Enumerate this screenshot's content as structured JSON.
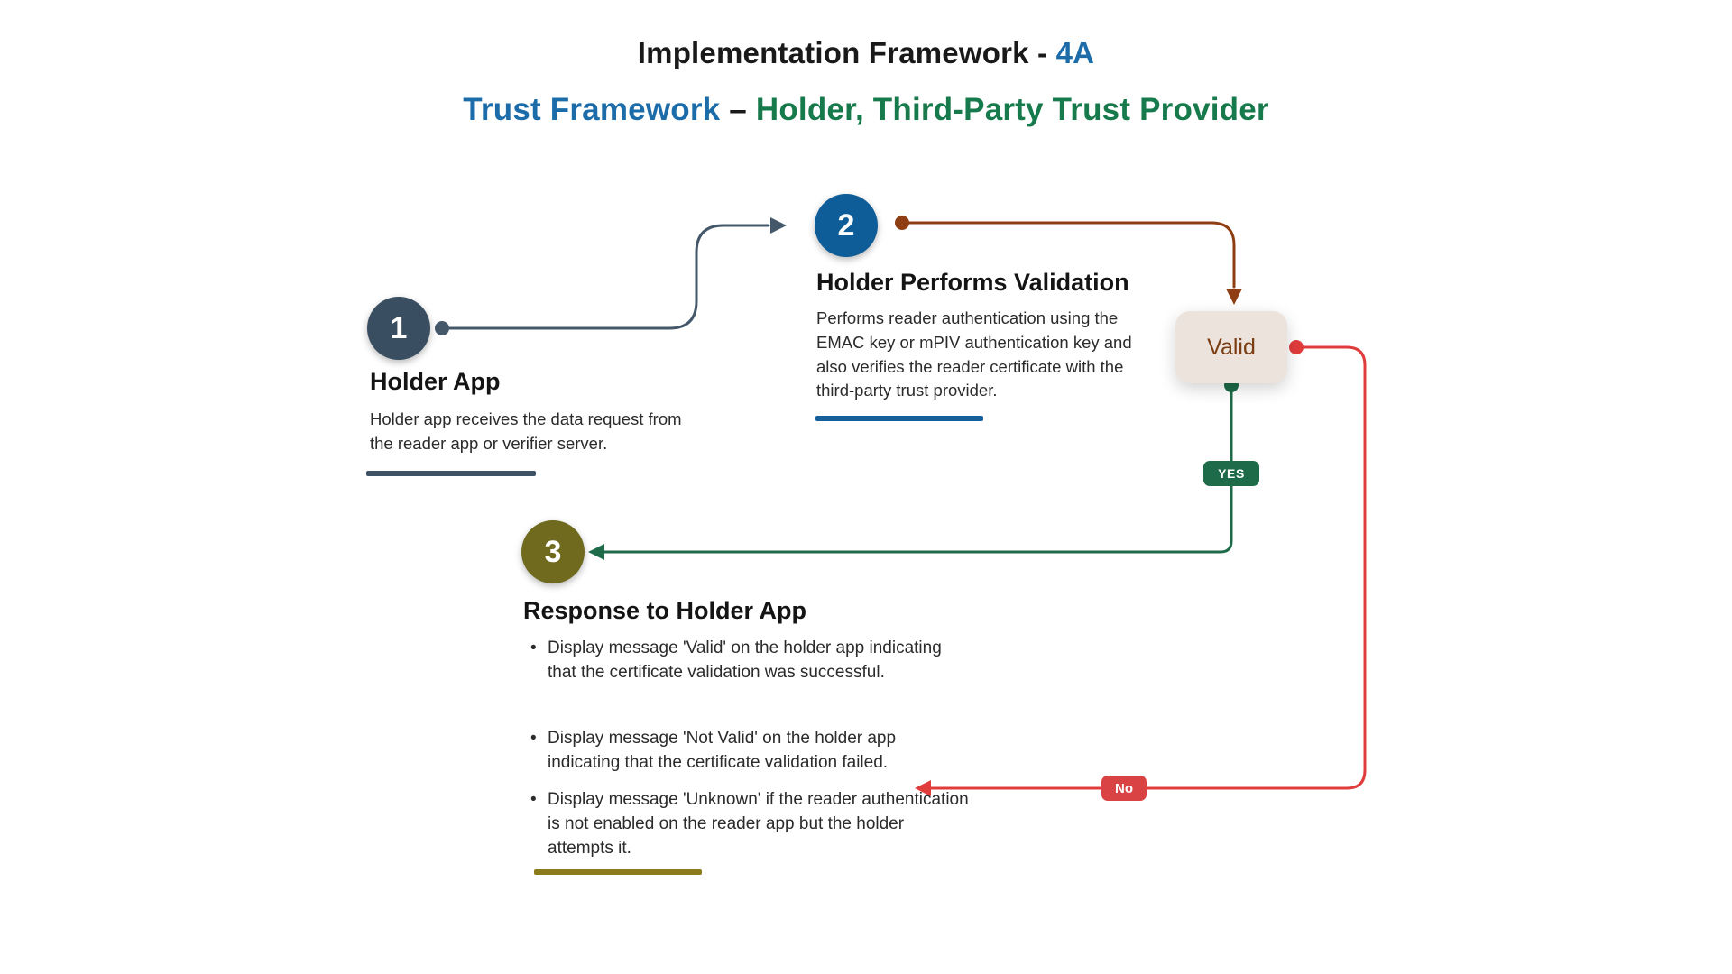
{
  "header": {
    "title_main": "Implementation Framework - ",
    "title_accent": "4A",
    "subtitle_blue": "Trust Framework",
    "subtitle_sep": " – ",
    "subtitle_green": "Holder, Third-Party Trust Provider"
  },
  "steps": [
    {
      "number": "1",
      "title": "Holder App",
      "description": "Holder app receives the data request from the reader app or verifier server."
    },
    {
      "number": "2",
      "title": "Holder Performs Validation",
      "description": "Performs reader authentication using the EMAC key or mPIV authentication key and also verifies the reader certificate with the third-party trust provider."
    },
    {
      "number": "3",
      "title": "Response to Holder App",
      "bullets": [
        "Display message 'Valid' on the holder app indicating that the certificate validation was successful.",
        "Display message 'Not Valid' on the holder app indicating that the certificate validation failed.",
        "Display message 'Unknown' if the reader authentication is not enabled on the reader app but the holder attempts it."
      ]
    }
  ],
  "decision": {
    "label": "Valid"
  },
  "edges": {
    "yes": "YES",
    "no": "No"
  },
  "colors": {
    "title_accent_blue": "#1b6ca8",
    "subtitle_green": "#177a4c",
    "step1_circle": "#3a4e61",
    "step2_circle": "#0f5d98",
    "step3_circle": "#6f6a1e",
    "connector_slate": "#44586a",
    "connector_brown": "#8f3e14",
    "connector_green": "#1d6b48",
    "connector_red": "#e03c3c",
    "decision_bg": "#ece3dc",
    "decision_text": "#7a3c12",
    "yes_badge_bg": "#1d6b48",
    "no_badge_bg": "#da4343"
  }
}
